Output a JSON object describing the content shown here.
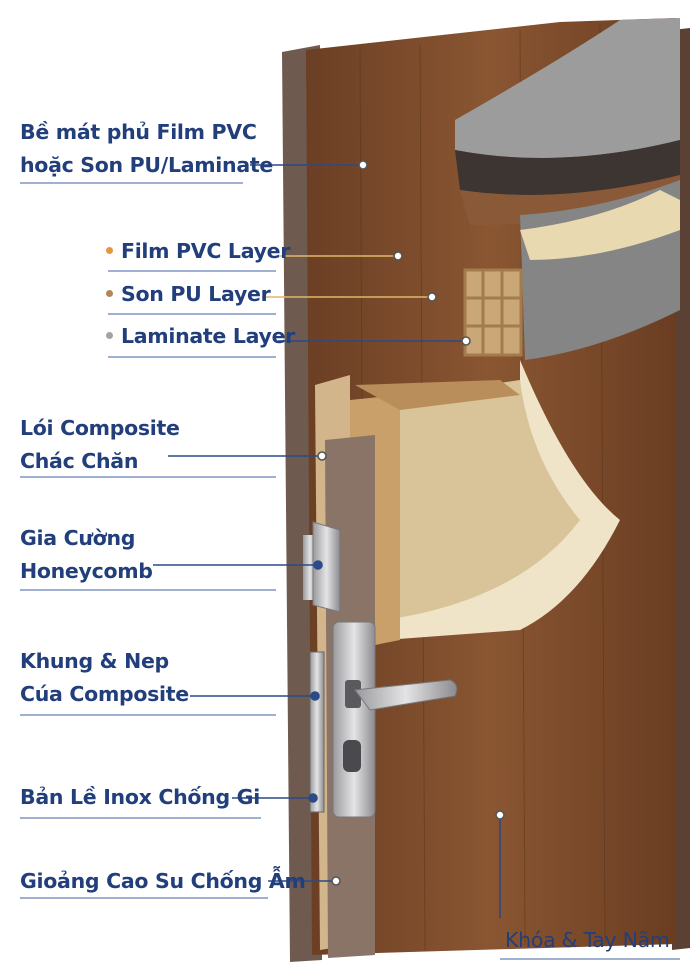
{
  "labels": {
    "surface": {
      "line1": "Bề mát phủ Film PVC",
      "line2": "hoặc Son PU/Laminate"
    },
    "film_pvc": {
      "text": "Film PVC Layer",
      "color": "#e8963a"
    },
    "son_pu": {
      "text": "Son PU Layer",
      "color": "#b08660"
    },
    "laminate": {
      "text": "Laminate Layer",
      "color": "#a8a39a"
    },
    "core": {
      "line1": "Lói Composite",
      "line2": "Chác Chăn"
    },
    "honeycomb": {
      "line1": "Gia Cường",
      "line2": "Honeycomb"
    },
    "frame": {
      "line1": "Khung & Nep",
      "line2": "Cúa Composite"
    },
    "hinge": {
      "text": "Bản Lề Inox Chống Gi"
    },
    "gasket": {
      "text": "Gioảng Cao Su Chống Ẫm"
    },
    "lock": {
      "text": "Khóa & Tay Nãm"
    }
  },
  "colors": {
    "text": "#223f7c",
    "leader": "#2b4a86",
    "wood": "#7a4a2c"
  }
}
